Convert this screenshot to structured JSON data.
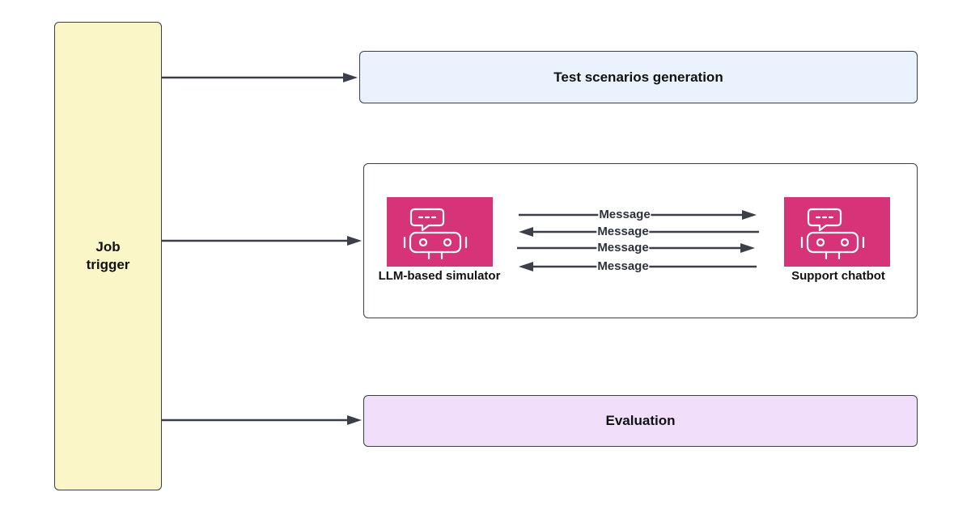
{
  "job_trigger": {
    "label": "Job trigger"
  },
  "test_generation": {
    "label": "Test scenarios generation"
  },
  "simulator": {
    "label": "LLM-based simulator",
    "icon": "robot-chat-icon"
  },
  "support_bot": {
    "label": "Support chatbot",
    "icon": "robot-chat-icon"
  },
  "messages": [
    "Message",
    "Message",
    "Message",
    "Message"
  ],
  "evaluation": {
    "label": "Evaluation"
  },
  "colors": {
    "job_trigger_fill": "#fbf6c8",
    "test_generation_fill": "#eaf3fd",
    "evaluation_fill": "#f1defa",
    "bot_tile": "#d63378",
    "stroke": "#3a3f4a"
  }
}
